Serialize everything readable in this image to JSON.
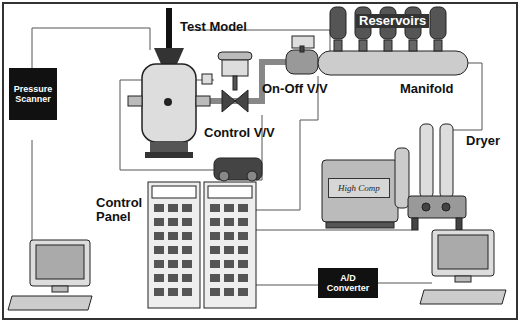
{
  "diagram": {
    "nodes": [
      {
        "text": [
          "Pressure Scanner"
        ]
      },
      {
        "text": [
          "High Comp"
        ]
      },
      {
        "text": [
          "A/D Converter"
        ]
      }
    ],
    "labels": [
      "Test Model",
      "Reservoirs",
      "On-Off V/V",
      "Manifold",
      "Control V/V",
      "Dryer",
      "Control Panel"
    ]
  }
}
